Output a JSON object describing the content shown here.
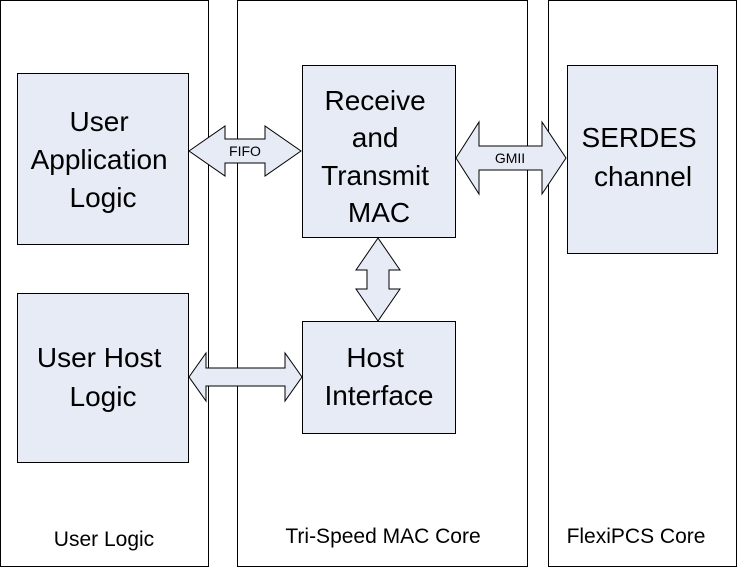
{
  "columns": {
    "user_logic": {
      "title": "User Logic"
    },
    "mac_core": {
      "title": "Tri-Speed MAC Core"
    },
    "pcs_core": {
      "title": "FlexiPCS Core"
    }
  },
  "blocks": {
    "user_app": {
      "lines": [
        "User",
        "Application",
        "Logic"
      ]
    },
    "user_host": {
      "lines": [
        "User Host",
        "Logic"
      ]
    },
    "rx_tx_mac": {
      "lines": [
        "Receive",
        "and",
        "Transmit",
        "MAC"
      ]
    },
    "host_if": {
      "lines": [
        "Host",
        "Interface"
      ]
    },
    "serdes": {
      "lines": [
        "SERDES",
        "channel"
      ]
    }
  },
  "connectors": {
    "fifo": {
      "label": "FIFO"
    },
    "gmii": {
      "label": "GMII"
    },
    "mac_to_host": {
      "label": ""
    },
    "host_link": {
      "label": ""
    }
  },
  "colors": {
    "block_fill": "#e6ebf5",
    "stroke": "#000000",
    "background": "#ffffff"
  }
}
